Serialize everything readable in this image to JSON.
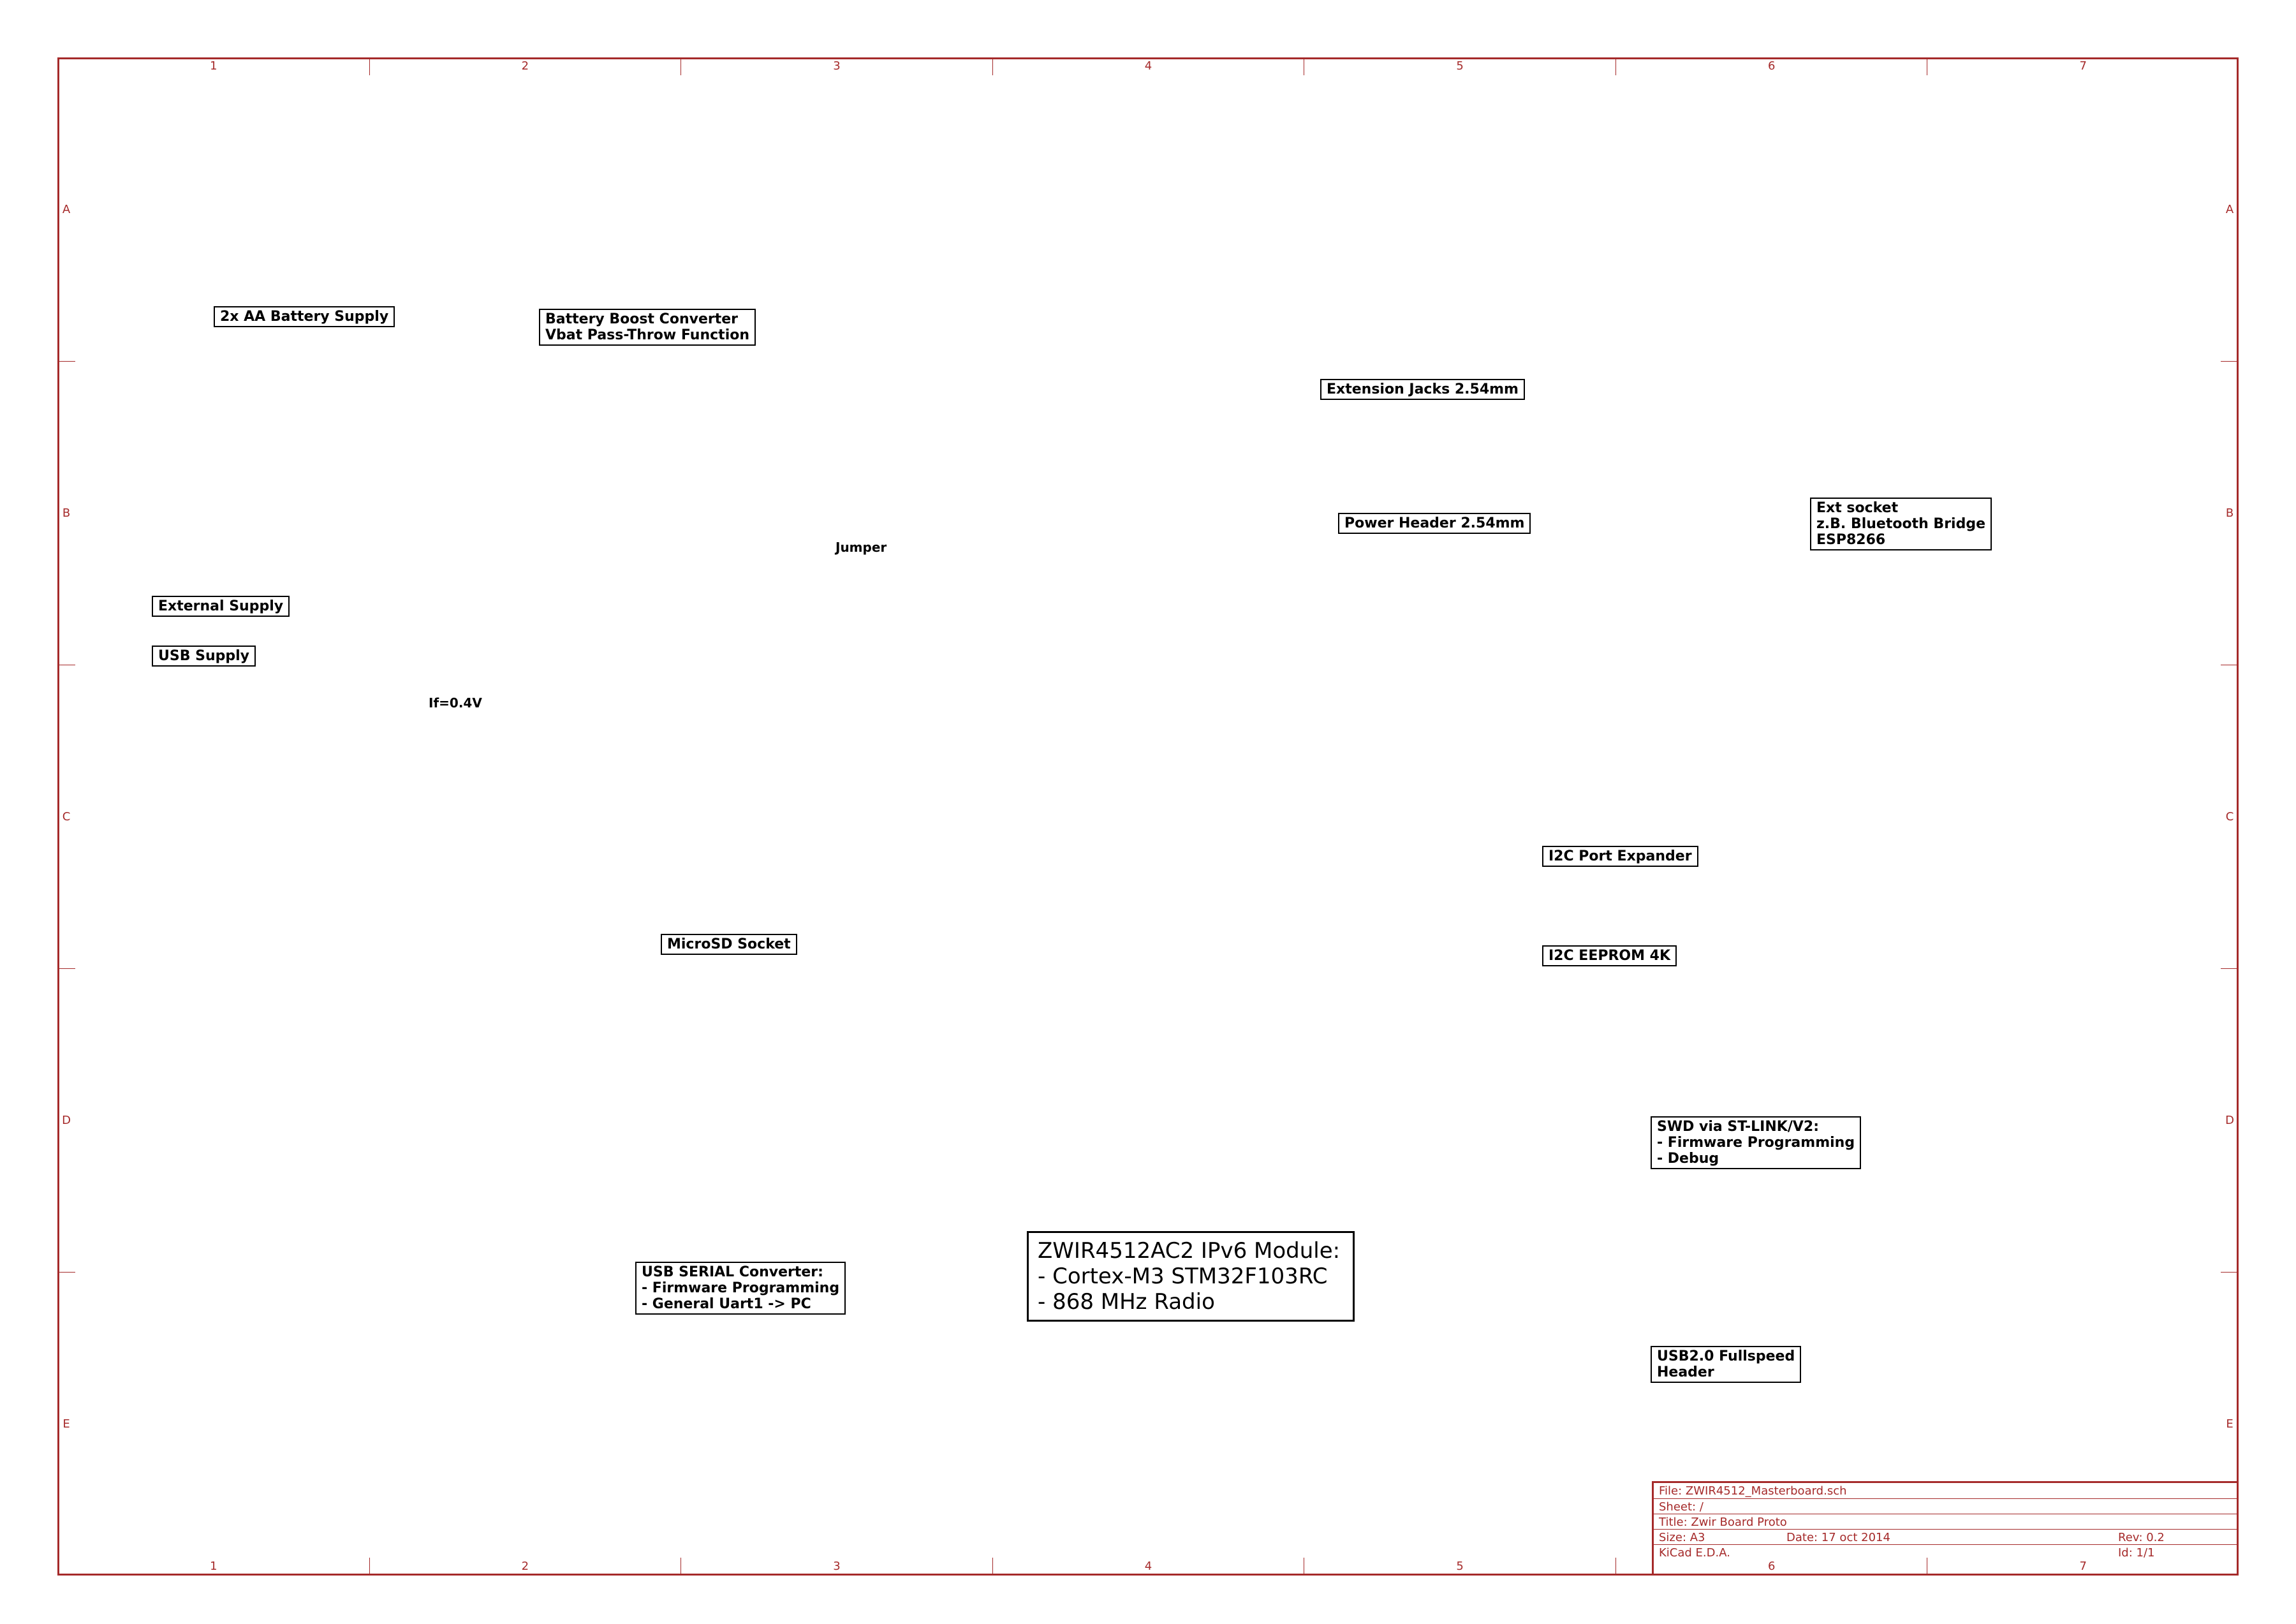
{
  "frame": {
    "columns": [
      "1",
      "2",
      "3",
      "4",
      "5",
      "6",
      "7"
    ],
    "rows": [
      "A",
      "B",
      "C",
      "D",
      "E"
    ]
  },
  "headings": {
    "battery_supply": "2x AA Battery Supply",
    "boost_converter_line1": "Battery Boost Converter",
    "boost_converter_line2": "Vbat Pass-Throw Function",
    "external_supply": "External Supply",
    "usb_supply": "USB Supply",
    "extension_jacks": "Extension Jacks 2.54mm",
    "power_header": "Power Header 2.54mm",
    "ext_socket_line1": "Ext socket",
    "ext_socket_line2": "z.B. Bluetooth Bridge",
    "ext_socket_line3": "ESP8266",
    "i2c_port_expander": "I2C Port Expander",
    "microsd_socket": "MicroSD Socket",
    "i2c_eeprom": "I2C EEPROM 4K",
    "swd_line1": "SWD via ST-LINK/V2:",
    "swd_line2": "- Firmware Programming",
    "swd_line3": "- Debug",
    "usb_serial_line1": "USB SERIAL Converter:",
    "usb_serial_line2": "- Firmware Programming",
    "usb_serial_line3": "- General Uart1 -> PC",
    "usb_header_line1": "USB2.0 Fullspeed",
    "usb_header_line2": "Header"
  },
  "module": {
    "line1": "ZWIR4512AC2 IPv6 Module:",
    "line2": "- Cortex-M3 STM32F103RC",
    "line3": "- 868 MHz Radio"
  },
  "notes": {
    "diode_drop": "If=0.4V",
    "jumper": "Jumper"
  },
  "titleblock": {
    "file": "File: ZWIR4512_Masterboard.sch",
    "sheet": "Sheet: /",
    "title": "Title: Zwir Board Proto",
    "size": "Size: A3",
    "date": "Date: 17 oct 2014",
    "rev": "Rev: 0.2",
    "tool": "KiCad E.D.A.",
    "id": "Id: 1/1"
  }
}
